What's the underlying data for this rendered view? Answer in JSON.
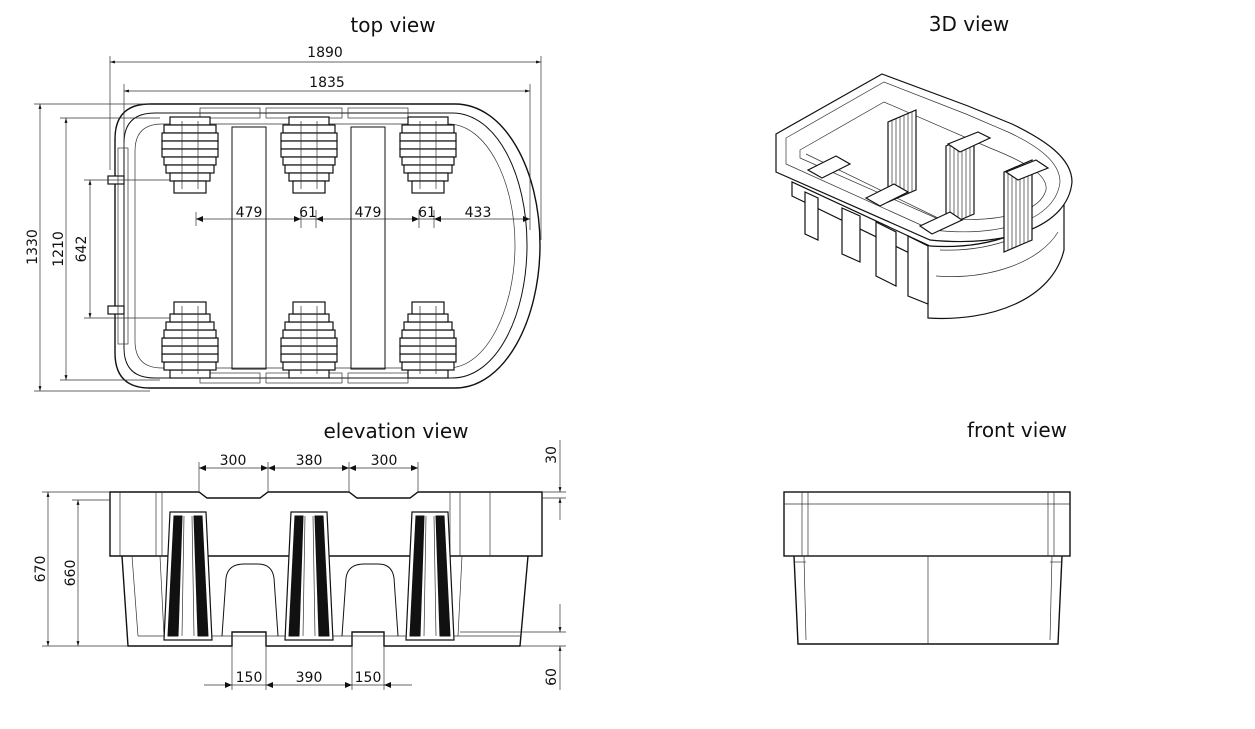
{
  "titles": {
    "top": "top view",
    "iso": "3D view",
    "elevation": "elevation view",
    "front": "front view"
  },
  "top_view": {
    "overall_length": "1890",
    "inner_length": "1835",
    "overall_width": "1330",
    "inner_width": "1210",
    "foot_spacing": "642",
    "spacings": [
      "479",
      "61",
      "479",
      "61",
      "433"
    ]
  },
  "elevation_view": {
    "top_widths": [
      "300",
      "380",
      "300"
    ],
    "bottom_widths": [
      "150",
      "390",
      "150"
    ],
    "overall_height": "670",
    "body_height": "660",
    "top_recess": "30",
    "foot_height": "60"
  }
}
